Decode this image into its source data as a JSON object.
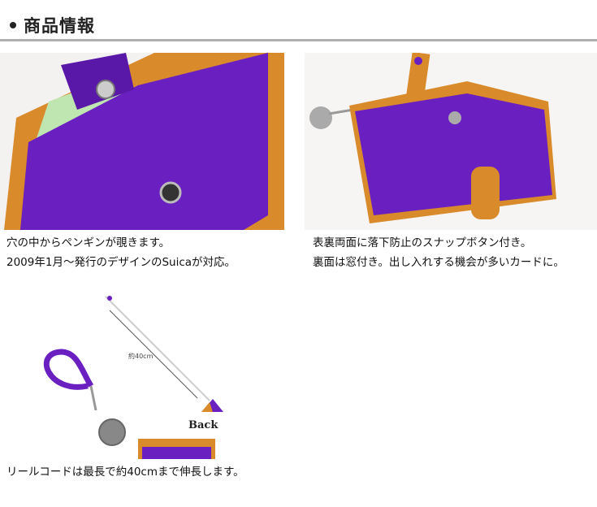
{
  "header": {
    "title": "商品情報"
  },
  "products": [
    {
      "caption_lines": [
        "穴の中からペンギンが覗きます。",
        "2009年1月～発行のデザインのSuicaが対応。"
      ]
    },
    {
      "caption_lines": [
        "表裏両面に落下防止のスナップボタン付き。",
        "裏面は窓付き。出し入れする機会が多いカードに。"
      ]
    },
    {
      "caption_lines": [
        "リールコードは最長で約40cmまで伸長します。"
      ],
      "length_label": "約40cm",
      "back_label": "Back"
    }
  ],
  "colors": {
    "purple": "#6a1fc0",
    "orange": "#d98a2a"
  }
}
